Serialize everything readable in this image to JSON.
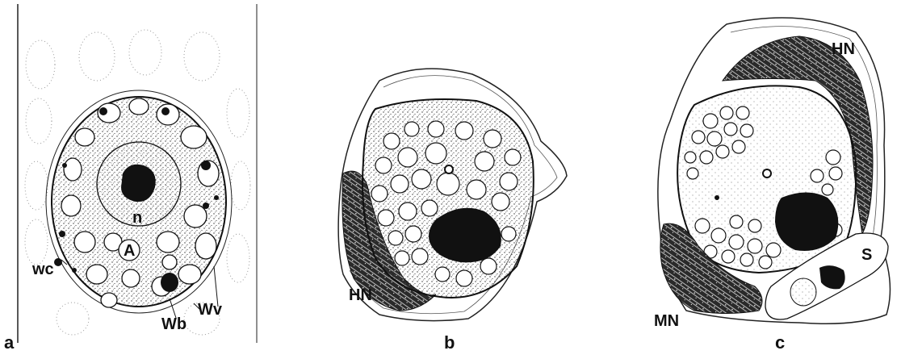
{
  "figure": {
    "panels": [
      {
        "letter": "a",
        "labels": {
          "n": "n",
          "A": "A",
          "wc": "wc",
          "Wb": "Wb",
          "Wv": "Wv"
        }
      },
      {
        "letter": "b",
        "labels": {
          "HN": "HN"
        }
      },
      {
        "letter": "c",
        "labels": {
          "HN": "HN",
          "MN": "MN",
          "S": "S"
        }
      }
    ],
    "colors": {
      "ink": "#111111",
      "paper": "#ffffff",
      "stipple": "#555555"
    }
  }
}
